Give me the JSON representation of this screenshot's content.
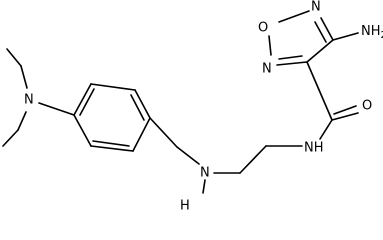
{
  "atoms": {
    "amino_n": "NH",
    "amino_h_subscript": "2",
    "ring_o": "O",
    "ring_n_top": "N",
    "ring_n_lower": "N",
    "carbonyl_o": "O",
    "amide_nh": "NH",
    "amine_n": "N",
    "amine_h": "H",
    "diethyl_n": "N"
  },
  "colors": {
    "bond": "#000000",
    "label": "#000000",
    "background": "#ffffff"
  }
}
